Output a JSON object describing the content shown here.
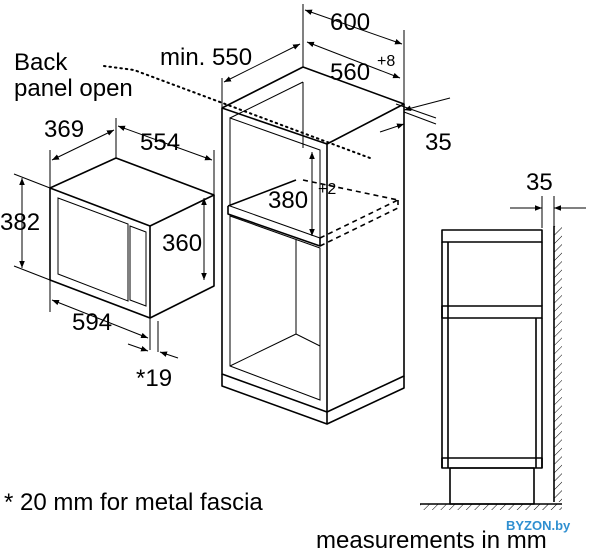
{
  "labels": {
    "back_panel_line1": "Back",
    "back_panel_line2": "panel open",
    "min_550": "min. 550",
    "d600": "600",
    "d560": "560",
    "d560_sup": "+8",
    "d35_top": "35",
    "d369": "369",
    "d554": "554",
    "d382": "382",
    "d360": "360",
    "d380": "380",
    "d380_sup": "+2",
    "d594": "594",
    "d19": "*19",
    "d35_side": "35"
  },
  "footnote": "* 20 mm for metal fascia",
  "units_note": "measurements in mm",
  "watermark": "BYZON.by"
}
